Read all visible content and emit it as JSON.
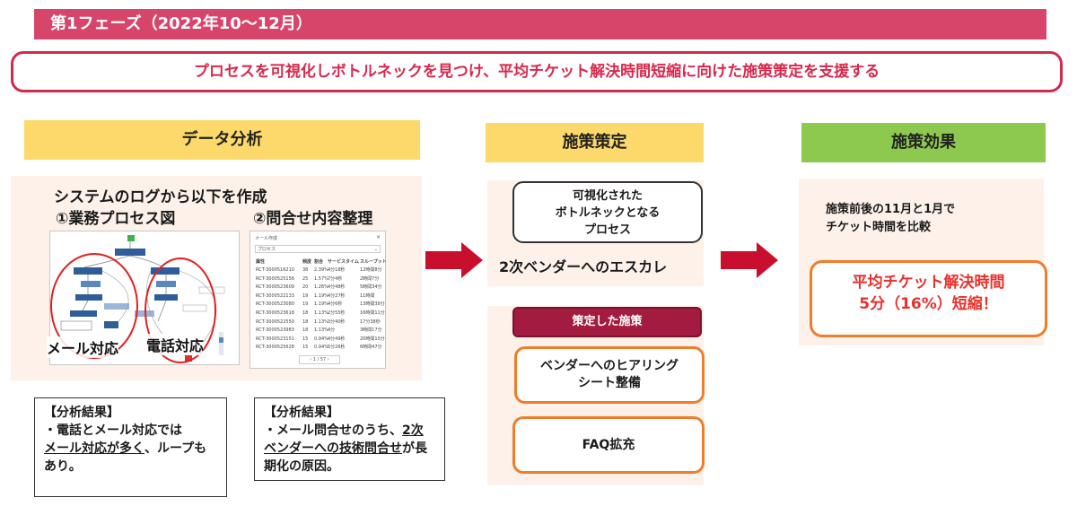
{
  "phase_title": "第1フェーズ（2022年10〜12月）",
  "goal": "プロセスを可視化しボトルネックを見つけ、平均チケット解決時間短縮に向けた施策策定を支援する",
  "columns": {
    "analysis": "データ分析",
    "policy": "施策策定",
    "effect": "施策効果"
  },
  "analysis": {
    "title": "システムのログから以下を作成",
    "item1": "①業務プロセス図",
    "item2": "②問合せ内容整理",
    "mail_label": "メール対応",
    "phone_label": "電話対応",
    "result1_heading": "【分析結果】",
    "result1_pre": "・電話とメール対応では",
    "result1_underlined": "メール対応が多く",
    "result1_post": "、ループもあり。",
    "result2_heading": "【分析結果】",
    "result2_pre": "・メール問合せのうち、",
    "result2_underlined": "2次ベンダーへの技術問合せ",
    "result2_post": "が長期化の原因。"
  },
  "inquiry_table": {
    "window_title": "メール作成",
    "filter": "プロセス",
    "columns": [
      "属性",
      "頻度",
      "割合",
      "サービスタイム",
      "スループット"
    ],
    "rows": [
      [
        "RCT-3000516210",
        "38",
        "2.39%",
        "4分18秒",
        "12時間8分"
      ],
      [
        "RCT-3000525156",
        "25",
        "1.57%",
        "7分4秒",
        "2時間7分"
      ],
      [
        "RCT-3000523609",
        "20",
        "1.26%",
        "4分48秒",
        "5時間34分"
      ],
      [
        "RCT-3000522133",
        "19",
        "1.19%",
        "4分27秒",
        "11時間"
      ],
      [
        "RCT-3000523080",
        "19",
        "1.19%",
        "4分6秒",
        "13時間39分"
      ],
      [
        "RCT-3000523618",
        "18",
        "1.13%",
        "2分55秒",
        "16時間11分"
      ],
      [
        "RCT-3000522550",
        "18",
        "1.13%",
        "3分40秒",
        "17分38秒"
      ],
      [
        "RCT-3000523983",
        "18",
        "1.13%",
        "4分",
        "3時間17分"
      ],
      [
        "RCT-3000523151",
        "15",
        "0.94%",
        "4分49秒",
        "20時間10分"
      ],
      [
        "RCT-3000525628",
        "15",
        "0.94%",
        "5分26秒",
        "6時間47分"
      ]
    ],
    "pager": "1 / 57"
  },
  "policy": {
    "bottleneck": [
      "可視化された",
      "ボトルネックとなる",
      "プロセス"
    ],
    "escalation": "2次ベンダーへのエスカレ",
    "decided_label": "策定した施策",
    "measure1": [
      "ベンダーへのヒアリング",
      "シート整備"
    ],
    "measure2": "FAQ拡充"
  },
  "effect": {
    "desc": [
      "施策前後の11月と1月で",
      "チケット時間を比較"
    ],
    "result": [
      "平均チケット解決時間",
      "5分（16%）短縮！"
    ]
  },
  "colors": {
    "header_pink": "#d8456b",
    "banner_red": "#d02a4d",
    "header_yellow": "#fcd96a",
    "header_green": "#8dc94e",
    "panel_bg": "#fdf1ea",
    "arrow_red": "#c8102e",
    "orange": "#ef7d2b",
    "decided_bg": "#a31b3e"
  }
}
